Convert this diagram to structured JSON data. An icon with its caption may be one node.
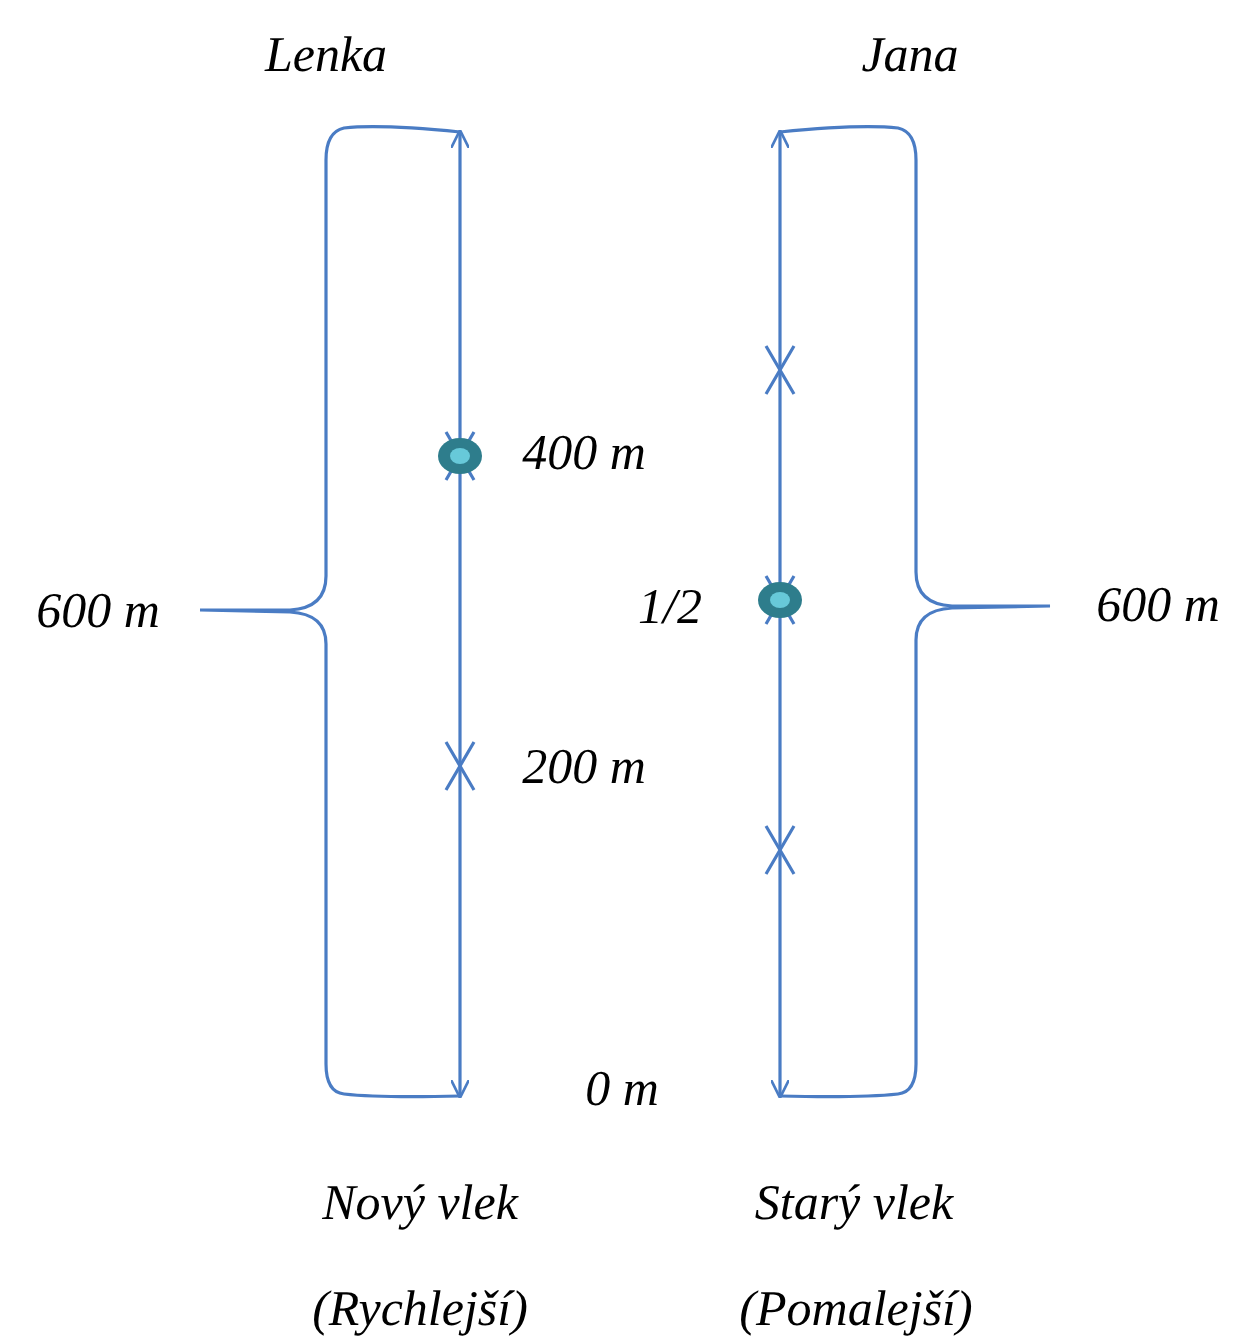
{
  "diagram": {
    "labels": [
      "Lenka",
      "Jana",
      "400 m",
      "600 m",
      "1/2",
      "600 m",
      "200 m",
      "0 m",
      "Nový vlek",
      "Starý vlek",
      "(Rychlejší)",
      "(Pomalejší)"
    ]
  }
}
